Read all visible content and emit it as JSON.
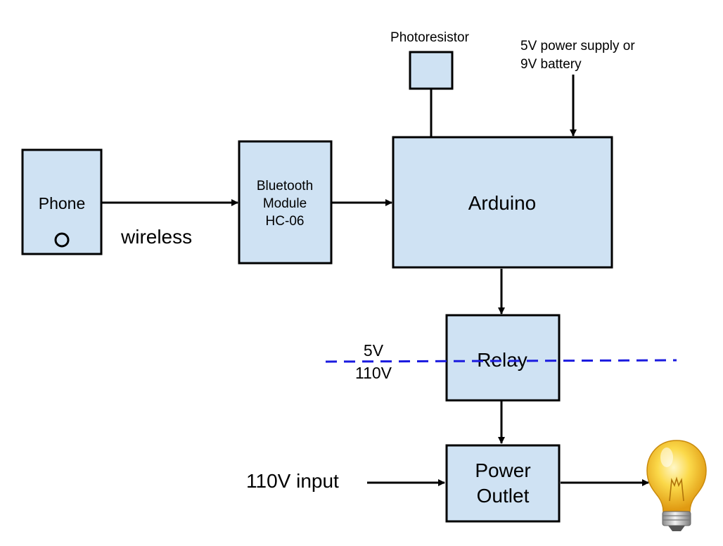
{
  "diagram": {
    "nodes": {
      "phone": {
        "label": "Phone"
      },
      "bluetooth": {
        "line1": "Bluetooth",
        "line2": "Module",
        "line3": "HC-06"
      },
      "arduino": {
        "label": "Arduino"
      },
      "photoresistor": {
        "label": "Photoresistor"
      },
      "relay": {
        "label": "Relay"
      },
      "outlet": {
        "line1": "Power",
        "line2": "Outlet"
      }
    },
    "labels": {
      "wireless": "wireless",
      "power_supply_line1": "5V power supply or",
      "power_supply_line2": "9V battery",
      "low_voltage": "5V",
      "high_voltage": "110V",
      "input": "110V input"
    },
    "icons": {
      "phone_button": "circle-button-icon",
      "load": "light-bulb-icon"
    },
    "colors": {
      "box_fill": "#cfe2f3",
      "divider": "#1a1adf",
      "bulb": "#f6c21c"
    }
  }
}
